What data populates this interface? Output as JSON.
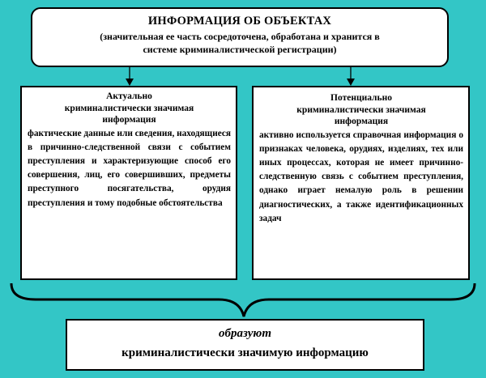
{
  "top": {
    "title": "ИНФОРМАЦИЯ ОБ ОБЪЕКТАХ",
    "subtitle_line1": "(значительная ее часть сосредоточена, обработана и хранится в",
    "subtitle_line2": "системе криминалистической регистрации)"
  },
  "left": {
    "heading_line1": "Актуально",
    "heading_line2": "криминалистически значимая",
    "heading_line3": "информация",
    "body": "фактические данные или сведения, находящиеся в причинно-следственной связи с событием преступления и характеризующие способ его совершения, лиц, его совершивших, предметы преступного посягательства, орудия преступления и тому подобные обстоятельства"
  },
  "right": {
    "heading_line1": "Потенциально",
    "heading_line2": "криминалистически значимая",
    "heading_line3": "информация",
    "body": "активно используется справочная информация о признаках человека, орудиях, изделиях, тех или иных процессах, которая не имеет причинно-следственную связь с событием преступления, однако играет немалую роль в решении диагностических, а также идентификационных задач"
  },
  "bottom": {
    "verb": "образуют",
    "phrase": "криминалистически значимую информацию"
  },
  "colors": {
    "background": "#33c6c6",
    "box": "#ffffff",
    "line": "#000000"
  }
}
